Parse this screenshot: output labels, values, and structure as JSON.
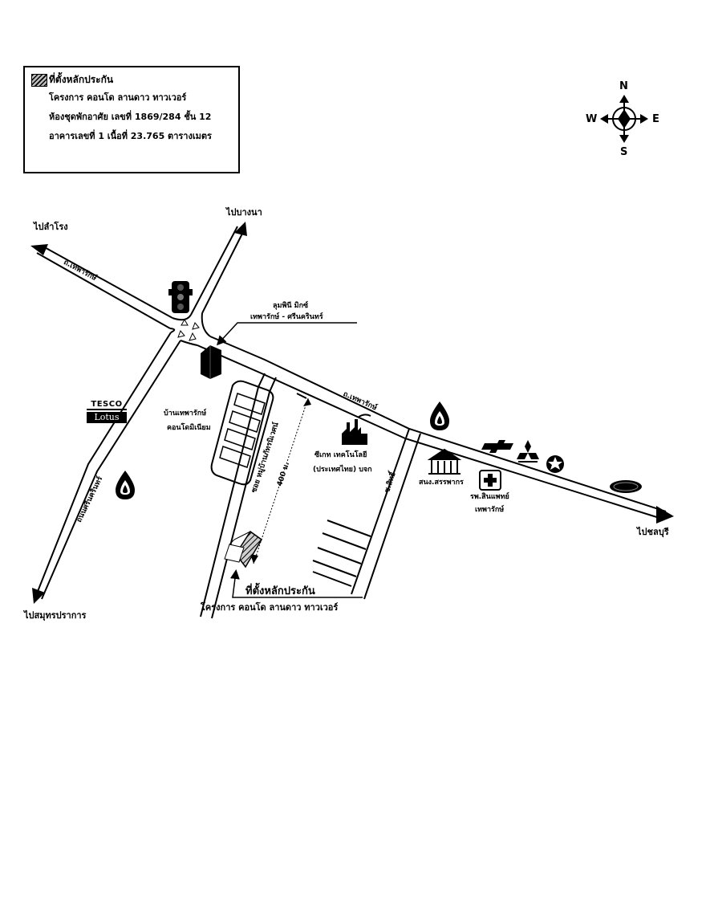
{
  "legend": {
    "title": "ที่ตั้งหลักประกัน",
    "line1": "โครงการ คอนโด ลานดาว ทาวเวอร์",
    "line2": "ห้องชุดพักอาศัย เลขที่ 1869/284 ชั้น 12",
    "line3": "อาคารเลขที่ 1 เนื้อที่ 23.765 ตารางเมตร"
  },
  "compass": {
    "n": "N",
    "s": "S",
    "e": "E",
    "w": "W"
  },
  "directions": {
    "to_lamlukka": "ไปลำโรง",
    "to_bangna": "ไปบางนา",
    "to_samutprakan": "ไปสมุทรปราการ",
    "to_chonburi": "ไปชลบุรี"
  },
  "roads": {
    "theparak_upper": "ถ.เทพารักษ์",
    "theparak_lower": "ถ.เทพารักษ์",
    "srinakarin": "ถนนศรีนครินทร์",
    "soi_village": "ซอย หมู่บ้านภัทรนิเวศน์",
    "soi_s": "ซ.สิทธิ์",
    "distance": "400 ม."
  },
  "places": {
    "lumpini_1": "ลุมพินี มิกซ์",
    "lumpini_2": "เทพารักษ์ - ศรีนครินทร์",
    "baan_1": "บ้านเทพารักษ์",
    "baan_2": "คอนโดมิเนียม",
    "factory_1": "ซีเกท เทคโนโลยี",
    "factory_2": "(ประเทศไทย) บจก",
    "revenue": "สนง.สรรพากร",
    "hospital_1": "รพ.สินแพทย์",
    "hospital_2": "เทพารักษ์",
    "tesco_top": "TESCO",
    "tesco_bottom": "Lotus"
  },
  "target": {
    "title": "ที่ตั้งหลักประกัน",
    "subtitle": "โครงการ คอนโด ลานดาว ทาวเวอร์"
  }
}
